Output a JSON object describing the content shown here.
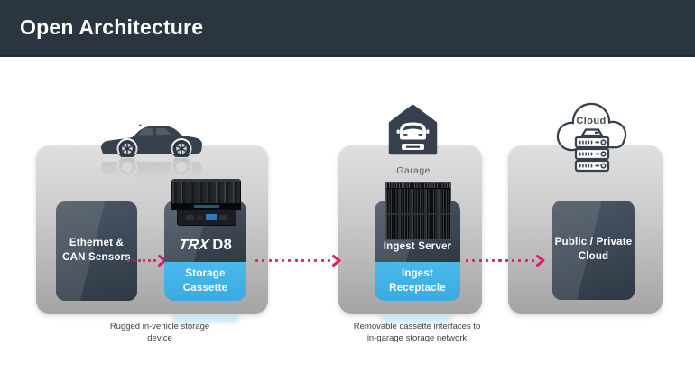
{
  "header": {
    "title": "Open Architecture"
  },
  "palette": {
    "header_bg": "#2b3540",
    "panel_gray_top": "#e0e0e0",
    "panel_gray_bottom": "#a4a4a4",
    "box_dark": "#3b4654",
    "accent_blue": "#41b2e8",
    "accent_magenta": "#db1e6c",
    "icon_dark": "#36414d"
  },
  "icons": {
    "vehicle": "car-side-icon",
    "garage": "garage-with-car-icon",
    "cloud": "cloud-with-server-stack-icon"
  },
  "vehicle_section": {
    "sensors_box_label": "Ethernet &\nCAN Sensors",
    "device_brand": "TRX",
    "device_model": "D8",
    "device_label": "Storage\nCassette",
    "caption": "Rugged in-vehicle storage\ndevice"
  },
  "garage_section": {
    "label": "Garage",
    "server_label": "Ingest Server",
    "receptacle_label": "Ingest\nReceptacle",
    "caption": "Removable cassette interfaces to\nin-garage storage network"
  },
  "cloud_section": {
    "icon_label": "Cloud",
    "box_label": "Public / Private\nCloud"
  }
}
